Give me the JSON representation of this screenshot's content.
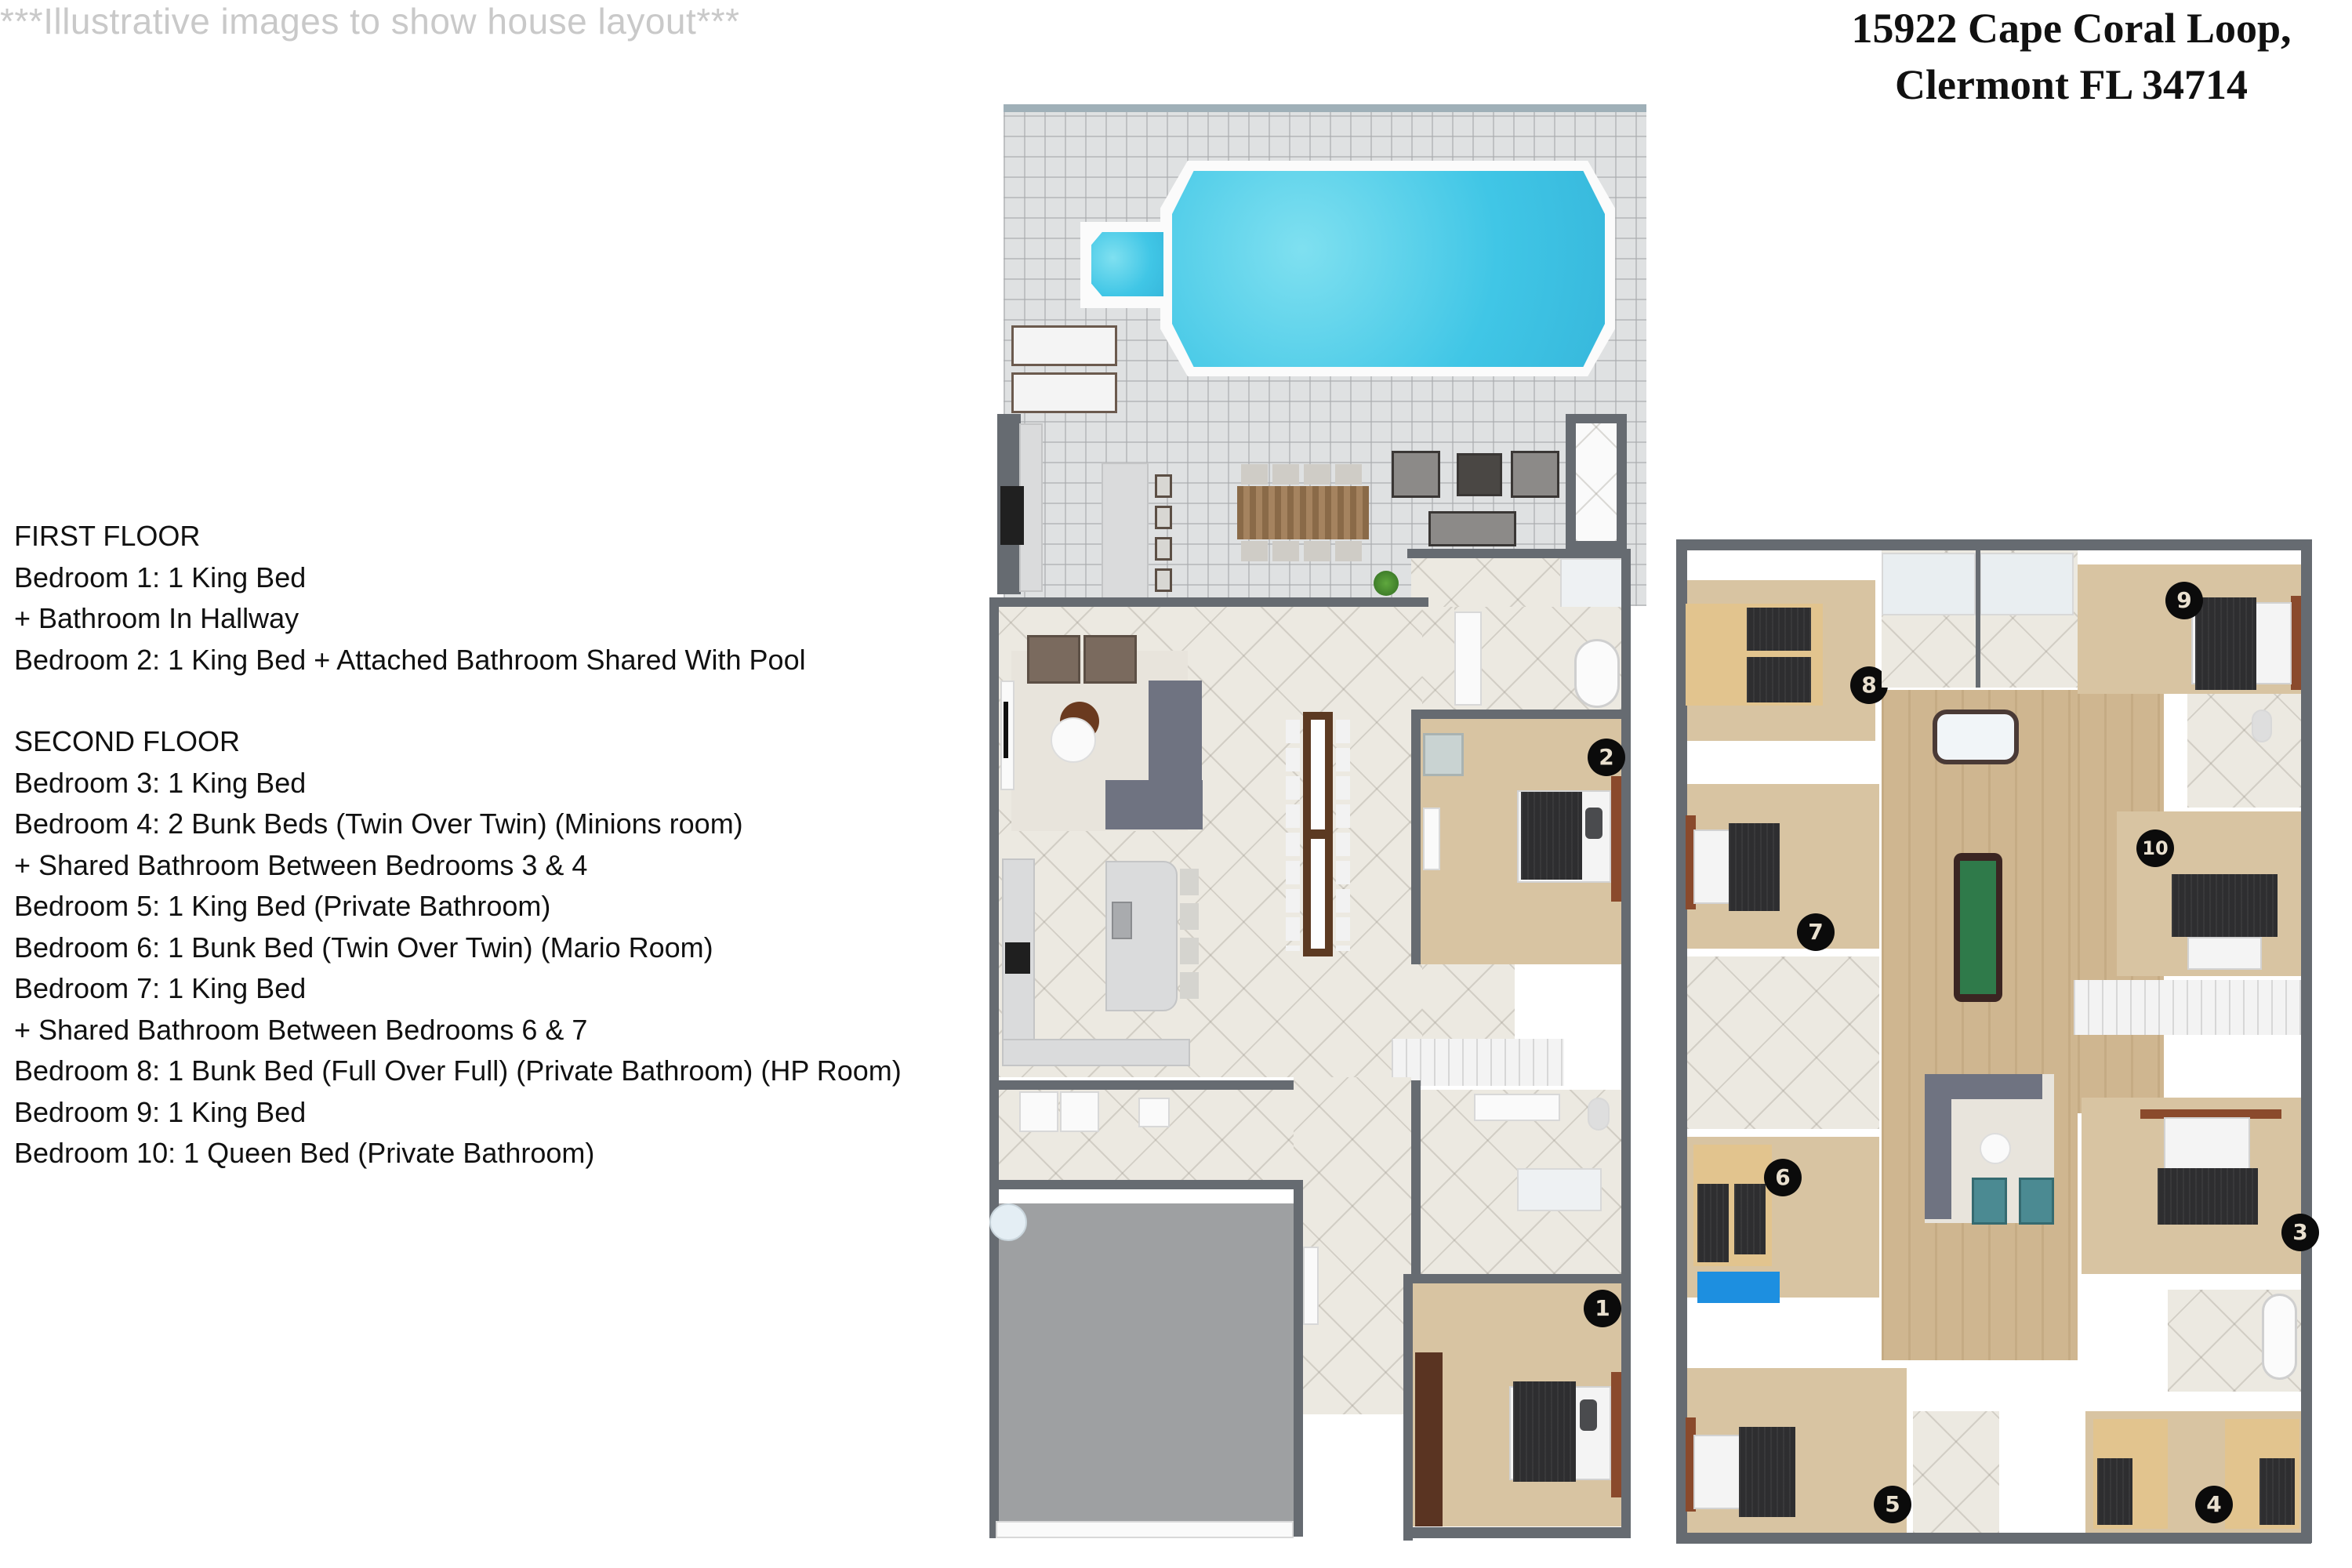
{
  "header": {
    "disclaimer": "***Illustrative images to show house layout***",
    "address_line1": "15922 Cape Coral Loop,",
    "address_line2": "Clermont FL 34714"
  },
  "legend": {
    "first_floor": {
      "heading": "FIRST FLOOR",
      "lines": [
        "Bedroom 1: 1 King Bed",
        "+ Bathroom In Hallway",
        "Bedroom 2: 1 King Bed + Attached Bathroom Shared With Pool"
      ]
    },
    "second_floor": {
      "heading": "SECOND FLOOR",
      "lines": [
        "Bedroom 3: 1 King Bed",
        "Bedroom 4: 2 Bunk Beds (Twin Over Twin) (Minions room)",
        "+ Shared Bathroom Between Bedrooms 3 & 4",
        "Bedroom 5: 1 King Bed (Private Bathroom)",
        "Bedroom 6: 1 Bunk Bed (Twin Over Twin) (Mario Room)",
        "Bedroom 7: 1 King Bed",
        "+ Shared Bathroom Between Bedrooms 6 & 7",
        "Bedroom 8: 1 Bunk Bed (Full Over Full) (Private Bathroom) (HP Room)",
        "Bedroom 9: 1 King Bed",
        "Bedroom 10: 1 Queen Bed (Private Bathroom)"
      ]
    }
  },
  "floorplan": {
    "first_floor": {
      "rooms": [
        "pool-deck",
        "outdoor-kitchen",
        "outdoor-dining",
        "outdoor-lounge",
        "pool-bath",
        "living-room",
        "kitchen",
        "dining",
        "bedroom-2",
        "laundry",
        "garage",
        "hallway",
        "hall-bath",
        "bedroom-1",
        "stairs"
      ],
      "badges": {
        "b1": "1",
        "b2": "2"
      }
    },
    "second_floor": {
      "rooms": [
        "bedroom-3",
        "bedroom-4",
        "bedroom-5",
        "bedroom-6",
        "bedroom-7",
        "bedroom-8",
        "bedroom-9",
        "bedroom-10",
        "game-loft",
        "loft-lounge",
        "stairs"
      ],
      "badges": {
        "b3": "3",
        "b4": "4",
        "b5": "5",
        "b6": "6",
        "b7": "7",
        "b8": "8",
        "b9": "9",
        "b10": "10"
      }
    },
    "colors": {
      "wall": "#666b71",
      "carpet": "#d8c4a2",
      "tile": "#ece9e1",
      "pool": "#40c6e6",
      "loft_wood": "#cfb690",
      "garage": "#9ea0a2",
      "badge": "#0b0b0b"
    }
  }
}
